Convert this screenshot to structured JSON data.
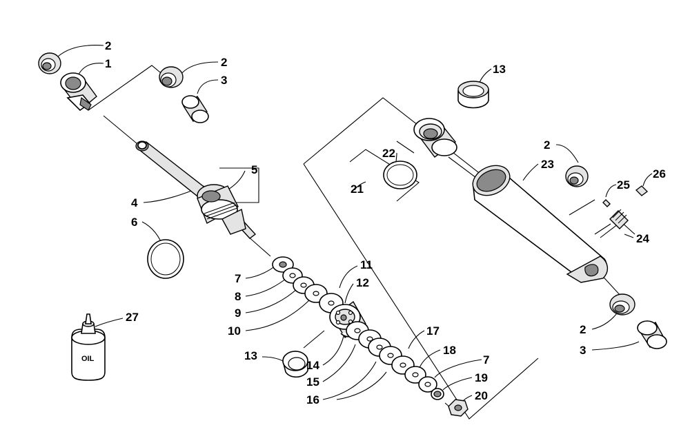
{
  "callouts": {
    "c1": "1",
    "c2a": "2",
    "c2b": "2",
    "c2c": "2",
    "c2d": "2",
    "c3a": "3",
    "c3b": "3",
    "c4": "4",
    "c5": "5",
    "c6": "6",
    "c7a": "7",
    "c7b": "7",
    "c8": "8",
    "c9": "9",
    "c10": "10",
    "c11": "11",
    "c12": "12",
    "c13a": "13",
    "c13b": "13",
    "c14": "14",
    "c15": "15",
    "c16": "16",
    "c17": "17",
    "c18": "18",
    "c19": "19",
    "c20": "20",
    "c21": "21",
    "c22": "22",
    "c23": "23",
    "c24": "24",
    "c25": "25",
    "c26": "26",
    "c27": "27"
  },
  "bottle_label": "OIL",
  "colors": {
    "ink": "#000000",
    "shade": "#8a8a8a",
    "light": "#e4e4e4",
    "paper": "#ffffff"
  }
}
